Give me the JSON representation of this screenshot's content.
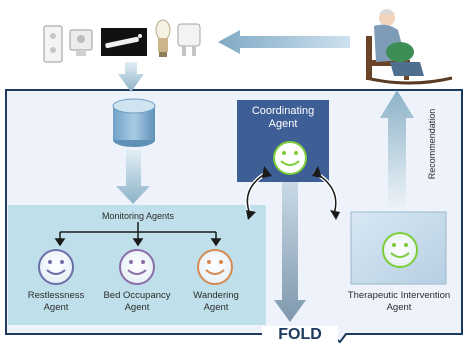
{
  "coordinating_agent": {
    "line1": "Coordinating",
    "line2": "Agent"
  },
  "monitoring_agents": {
    "title": "Monitoring Agents"
  },
  "agents": [
    {
      "line1": "Restlessness",
      "line2": "Agent",
      "color": "#6c6ea8"
    },
    {
      "line1": "Bed Occupancy",
      "line2": "Agent",
      "color": "#8a6ea8"
    },
    {
      "line1": "Wandering",
      "line2": "Agent",
      "color": "#d58a52"
    }
  ],
  "therapeutic_agent": {
    "line1": "Therapeutic Intervention",
    "line2": "Agent"
  },
  "recommendation_label": "Recommendation",
  "fold_label": "FOLD",
  "devices": [
    {
      "icon": "wall-switch-icon"
    },
    {
      "icon": "motion-sensor-icon"
    },
    {
      "icon": "bed-sensor-mat-icon"
    },
    {
      "icon": "light-bulb-icon"
    },
    {
      "icon": "smart-plug-icon"
    }
  ],
  "colors": {
    "frame_fill": "#eef3fb",
    "frame_stroke": "#1d3a60",
    "monitoring_fill": "#bfe0ea",
    "coordinating_fill": "#3d5f96",
    "coordinating_text": "#ffffff",
    "smiley_green": "#7ccd3a",
    "fold_text": "#1d3a60",
    "arrow_light": "#d5e5ef",
    "arrow_dark": "#8fb0c4"
  }
}
